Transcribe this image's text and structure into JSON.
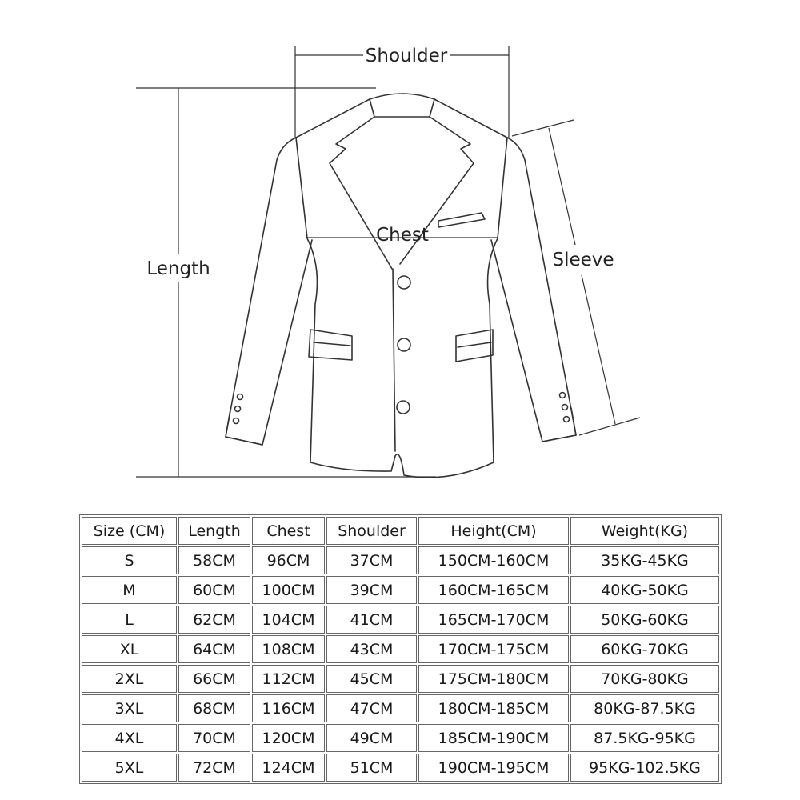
{
  "diagram": {
    "labels": {
      "shoulder": "Shoulder",
      "chest": "Chest",
      "length": "Length",
      "sleeve": "Sleeve"
    }
  },
  "table": {
    "headers": [
      "Size (CM)",
      "Length",
      "Chest",
      "Shoulder",
      "Height(CM)",
      "Weight(KG)"
    ],
    "rows": [
      [
        "S",
        "58CM",
        "96CM",
        "37CM",
        "150CM-160CM",
        "35KG-45KG"
      ],
      [
        "M",
        "60CM",
        "100CM",
        "39CM",
        "160CM-165CM",
        "40KG-50KG"
      ],
      [
        "L",
        "62CM",
        "104CM",
        "41CM",
        "165CM-170CM",
        "50KG-60KG"
      ],
      [
        "XL",
        "64CM",
        "108CM",
        "43CM",
        "170CM-175CM",
        "60KG-70KG"
      ],
      [
        "2XL",
        "66CM",
        "112CM",
        "45CM",
        "175CM-180CM",
        "70KG-80KG"
      ],
      [
        "3XL",
        "68CM",
        "116CM",
        "47CM",
        "180CM-185CM",
        "80KG-87.5KG"
      ],
      [
        "4XL",
        "70CM",
        "120CM",
        "49CM",
        "185CM-190CM",
        "87.5KG-95KG"
      ],
      [
        "5XL",
        "72CM",
        "124CM",
        "51CM",
        "190CM-195CM",
        "95KG-102.5KG"
      ]
    ]
  },
  "colors": {
    "line": "#333333",
    "grid": "#666666",
    "background": "#ffffff"
  }
}
